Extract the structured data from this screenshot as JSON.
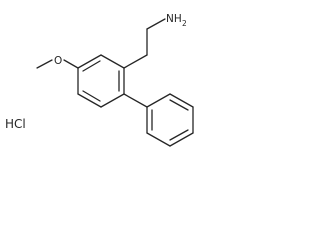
{
  "molecule": {
    "amine_label": "NH",
    "amine_subscript": "2",
    "oxygen_label": "O",
    "salt_label": "HCl"
  },
  "colors": {
    "ink": "#262626",
    "background": "#ffffff"
  }
}
